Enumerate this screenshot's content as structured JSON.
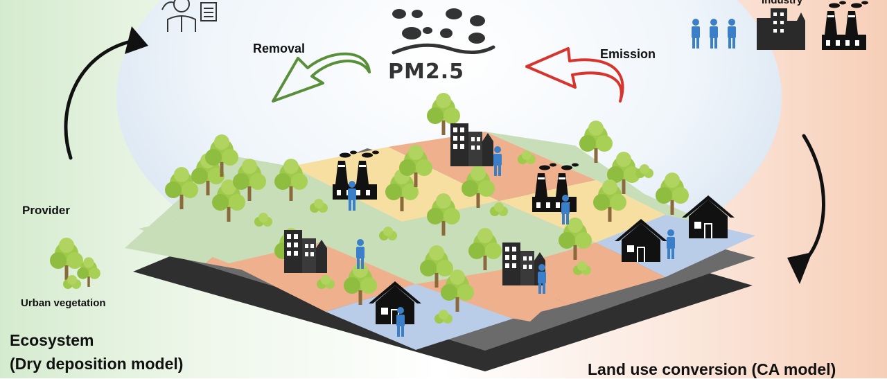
{
  "labels": {
    "pm": "PM2.5",
    "removal": "Removal",
    "emission": "Emission",
    "provider": "Provider",
    "urban_vegetation": "Urban vegetation",
    "ecosystem_line1": "Ecosystem",
    "ecosystem_line2": "(Dry deposition model)",
    "land_use": "Land use conversion (CA model)",
    "industry": "Industry"
  },
  "colors": {
    "tile_green": "#c8deb8",
    "tile_orange": "#efb08d",
    "tile_yellow": "#f6dfa0",
    "tile_blue": "#b9cde8",
    "tree": "#9ec94a",
    "people": "#3a7fc7",
    "removal_arrow": "#5a8f3a",
    "emission_arrow": "#d6342c"
  },
  "icons": [
    "person-icon",
    "building-icon",
    "factory-icon",
    "house-icon",
    "tree-icon",
    "stakeholder-icon",
    "pm-particles-icon"
  ]
}
